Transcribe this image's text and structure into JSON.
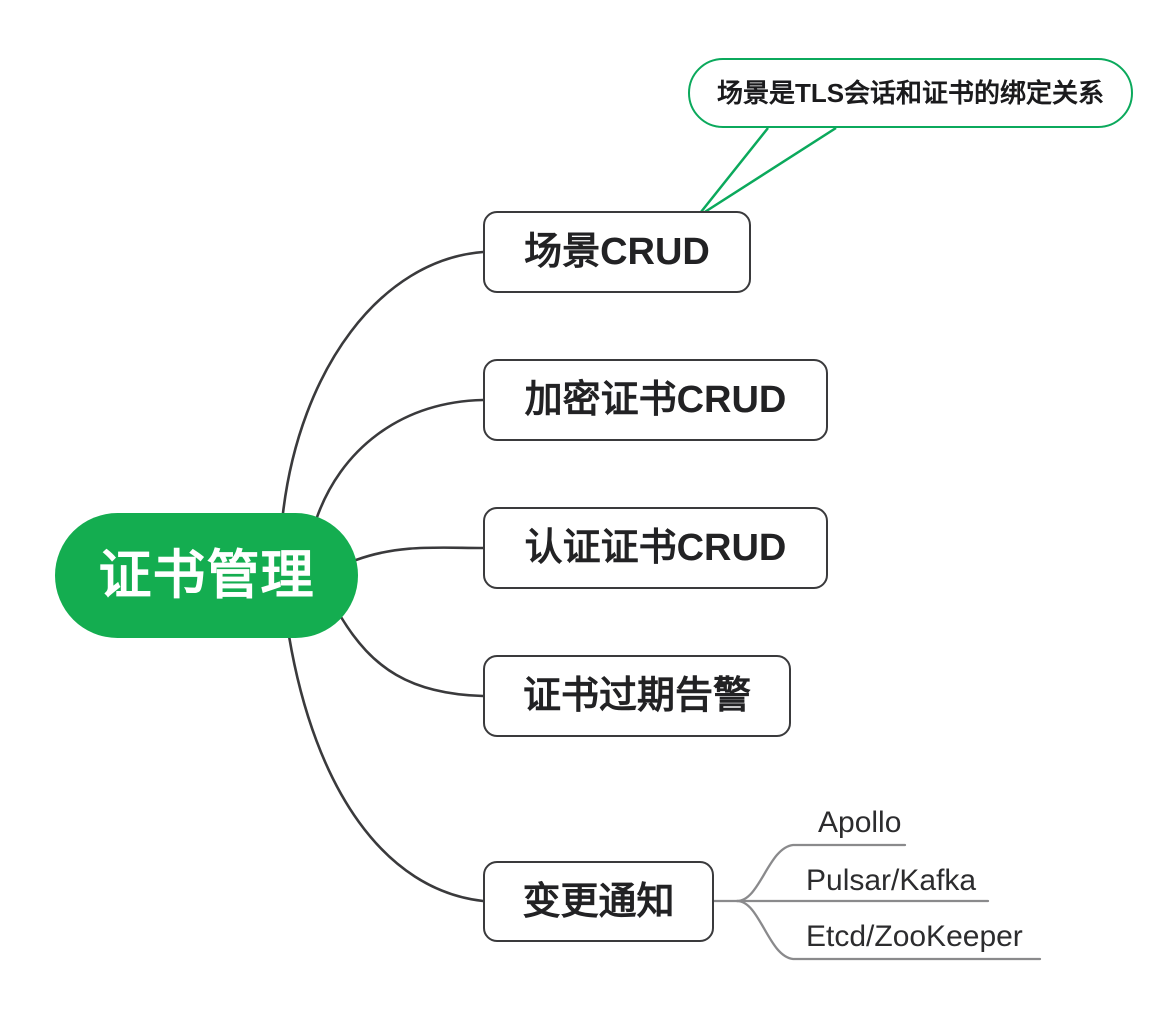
{
  "diagram": {
    "type": "mind-map",
    "title": "证书管理",
    "colors": {
      "root_fill": "#14AD50",
      "root_text": "#FFFFFF",
      "branch_stroke": "#3a3a3c",
      "box_border": "#3a3a3c",
      "box_text": "#222224",
      "callout_border": "#0BA95C",
      "callout_text": "#1b1b1d",
      "subitem_rule": "#8a8a8c",
      "background": "#FFFFFF"
    },
    "root": {
      "label": "证书管理"
    },
    "branches": [
      {
        "label": "场景CRUD"
      },
      {
        "label": "加密证书CRUD"
      },
      {
        "label": "认证证书CRUD"
      },
      {
        "label": "证书过期告警"
      },
      {
        "label": "变更通知",
        "children": [
          {
            "label": "Apollo"
          },
          {
            "label": "Pulsar/Kafka"
          },
          {
            "label": "Etcd/ZooKeeper"
          }
        ]
      }
    ],
    "callout": {
      "label": "场景是TLS会话和证书的绑定关系",
      "attached_to": "场景CRUD"
    }
  }
}
